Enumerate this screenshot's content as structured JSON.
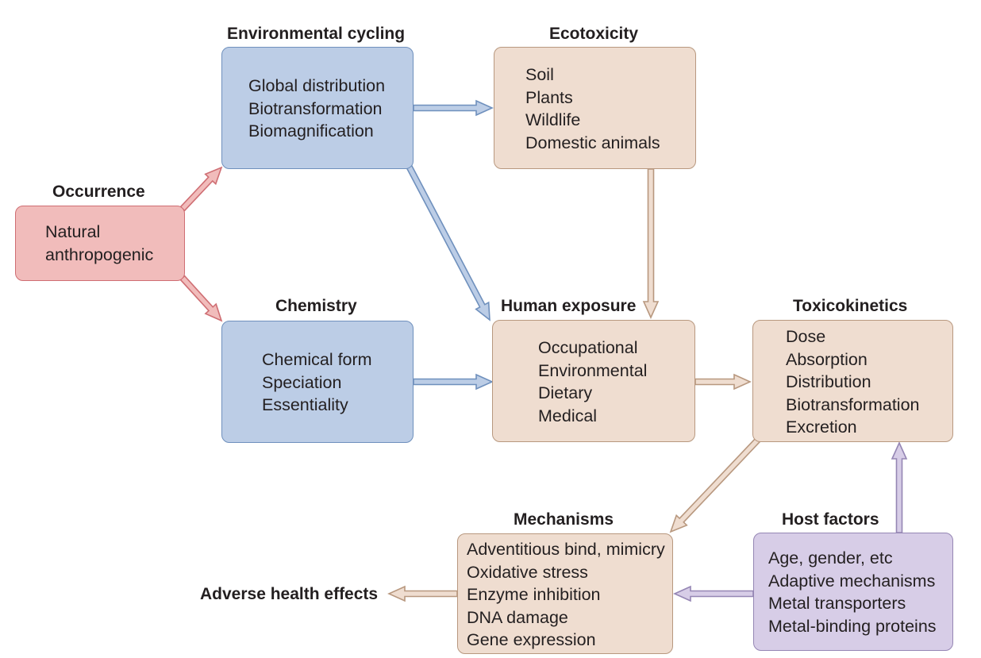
{
  "occurrence": {
    "title": "Occurrence",
    "items": [
      "Natural",
      "anthropogenic"
    ]
  },
  "environmental_cycling": {
    "title": "Environmental cycling",
    "items": [
      "Global distribution",
      "Biotransformation",
      "Biomagnification"
    ]
  },
  "ecotoxicity": {
    "title": "Ecotoxicity",
    "items": [
      "Soil",
      "Plants",
      "Wildlife",
      "Domestic animals"
    ]
  },
  "chemistry": {
    "title": "Chemistry",
    "items": [
      "Chemical form",
      "Speciation",
      "Essentiality"
    ]
  },
  "human_exposure": {
    "title": "Human exposure",
    "items": [
      "Occupational",
      "Environmental",
      "Dietary",
      "Medical"
    ]
  },
  "toxicokinetics": {
    "title": "Toxicokinetics",
    "items": [
      "Dose",
      "Absorption",
      "Distribution",
      "Biotransformation",
      "Excretion"
    ]
  },
  "mechanisms": {
    "title": "Mechanisms",
    "items": [
      "Adventitious bind, mimicry",
      "Oxidative stress",
      "Enzyme inhibition",
      "DNA damage",
      "Gene expression"
    ]
  },
  "host_factors": {
    "title": "Host factors",
    "items": [
      "Age, gender, etc",
      "Adaptive mechanisms",
      "Metal transporters",
      "Metal-binding proteins"
    ]
  },
  "outcome": {
    "label": "Adverse health effects"
  },
  "colors": {
    "blue_fill": "#bccde6",
    "blue_stroke": "#6f90bd",
    "tan_fill": "#efddd0",
    "tan_stroke": "#b8987f",
    "red_fill": "#f1bcbb",
    "red_stroke": "#cf6e73",
    "purple_fill": "#d7cde7",
    "purple_stroke": "#9586b4"
  }
}
